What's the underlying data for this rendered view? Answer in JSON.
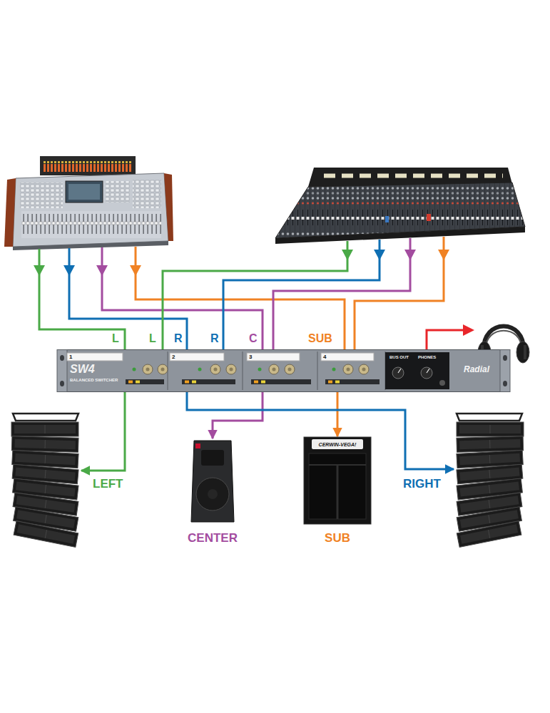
{
  "diagram": {
    "nodes": [
      {
        "text": [
          "SW4",
          "BALANCED SWITCHER",
          "1",
          "2",
          "3",
          "4",
          "BUS OUT",
          "PHONES",
          "Radial"
        ]
      },
      {
        "text": [
          "LEFT"
        ]
      },
      {
        "text": [
          "CENTER"
        ]
      },
      {
        "text": [
          "CERWIN-VEGA!",
          "SUB"
        ]
      },
      {
        "text": [
          "RIGHT"
        ]
      }
    ],
    "edges": [
      {
        "from": 0,
        "to": 1,
        "arrow": "to"
      },
      {
        "from": 0,
        "to": 2,
        "arrow": "to"
      },
      {
        "from": 0,
        "to": 3,
        "arrow": "to"
      },
      {
        "from": 0,
        "to": 4,
        "arrow": "to"
      }
    ],
    "labels": [
      "L",
      "L",
      "R",
      "R",
      "C",
      "SUB"
    ]
  }
}
